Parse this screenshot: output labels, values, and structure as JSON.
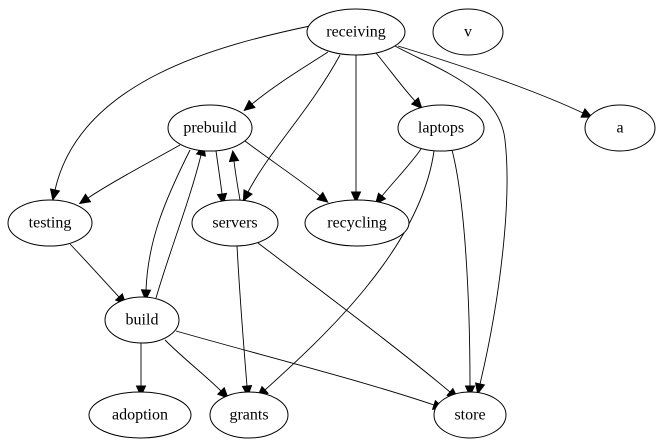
{
  "graph": {
    "type": "directed",
    "nodes": [
      {
        "id": "receiving",
        "label": "receiving"
      },
      {
        "id": "v",
        "label": "v"
      },
      {
        "id": "prebuild",
        "label": "prebuild"
      },
      {
        "id": "laptops",
        "label": "laptops"
      },
      {
        "id": "a",
        "label": "a"
      },
      {
        "id": "testing",
        "label": "testing"
      },
      {
        "id": "servers",
        "label": "servers"
      },
      {
        "id": "recycling",
        "label": "recycling"
      },
      {
        "id": "build",
        "label": "build"
      },
      {
        "id": "adoption",
        "label": "adoption"
      },
      {
        "id": "grants",
        "label": "grants"
      },
      {
        "id": "store",
        "label": "store"
      }
    ],
    "edges": [
      {
        "from": "receiving",
        "to": "testing"
      },
      {
        "from": "receiving",
        "to": "prebuild"
      },
      {
        "from": "receiving",
        "to": "servers"
      },
      {
        "from": "receiving",
        "to": "recycling"
      },
      {
        "from": "receiving",
        "to": "laptops"
      },
      {
        "from": "receiving",
        "to": "store"
      },
      {
        "from": "receiving",
        "to": "a"
      },
      {
        "from": "prebuild",
        "to": "testing"
      },
      {
        "from": "prebuild",
        "to": "servers"
      },
      {
        "from": "prebuild",
        "to": "recycling"
      },
      {
        "from": "prebuild",
        "to": "build"
      },
      {
        "from": "servers",
        "to": "prebuild"
      },
      {
        "from": "servers",
        "to": "grants"
      },
      {
        "from": "servers",
        "to": "store"
      },
      {
        "from": "laptops",
        "to": "recycling"
      },
      {
        "from": "laptops",
        "to": "grants"
      },
      {
        "from": "laptops",
        "to": "store"
      },
      {
        "from": "testing",
        "to": "build"
      },
      {
        "from": "build",
        "to": "prebuild"
      },
      {
        "from": "build",
        "to": "adoption"
      },
      {
        "from": "build",
        "to": "grants"
      },
      {
        "from": "build",
        "to": "store"
      }
    ]
  }
}
